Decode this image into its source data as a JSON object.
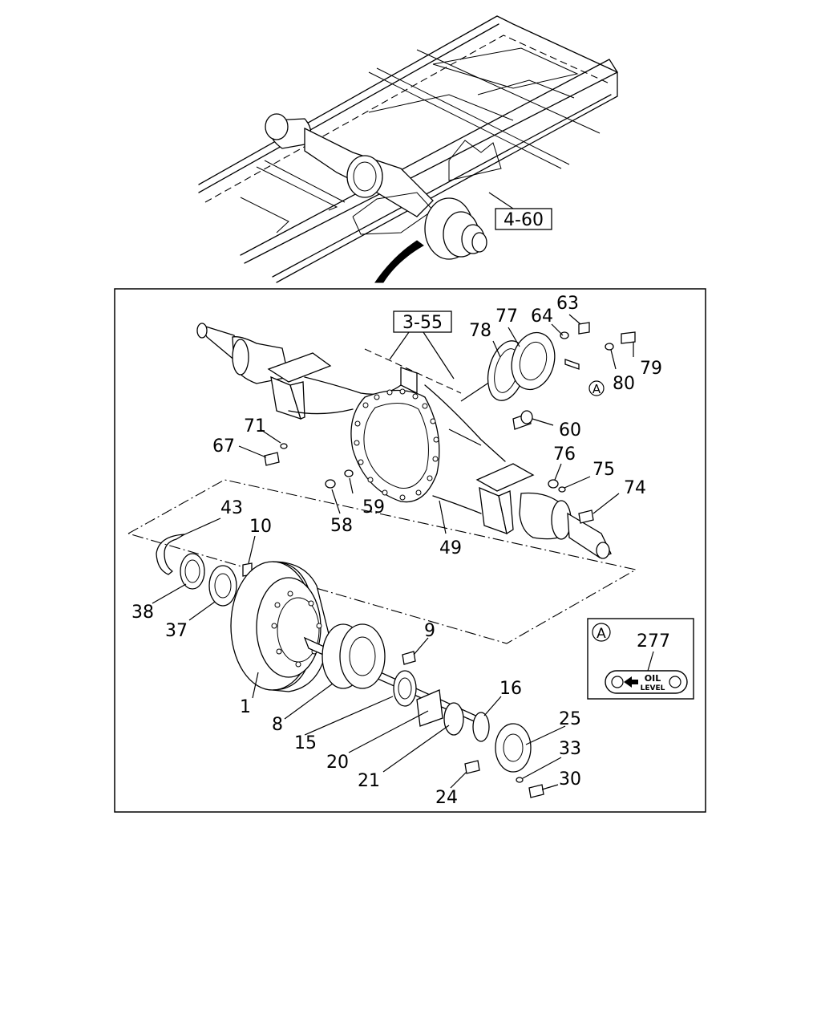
{
  "references": {
    "frame_ref": "4-60",
    "differential_ref": "3-55"
  },
  "detail": {
    "marker": "A",
    "part_number": "277",
    "label_line1": "OIL",
    "label_line2": "LEVEL"
  },
  "callouts": {
    "p63": "63",
    "p77": "77",
    "p64": "64",
    "p78": "78",
    "p79": "79",
    "p80": "80",
    "p60": "60",
    "p71": "71",
    "p67": "67",
    "p76": "76",
    "p75": "75",
    "p74": "74",
    "p59": "59",
    "p58": "58",
    "p49": "49",
    "p43": "43",
    "p10": "10",
    "p38": "38",
    "p37": "37",
    "p9": "9",
    "p1": "1",
    "p16": "16",
    "p8": "8",
    "p25": "25",
    "p15": "15",
    "p33": "33",
    "p20": "20",
    "p30": "30",
    "p21": "21",
    "p24": "24"
  }
}
